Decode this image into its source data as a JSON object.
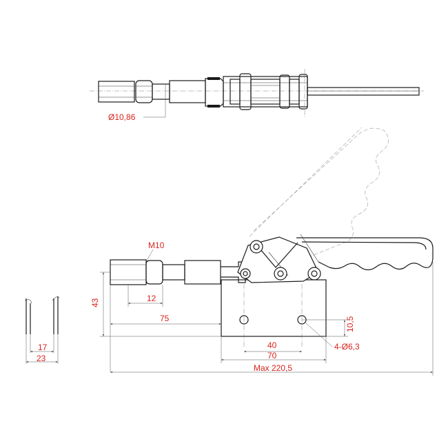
{
  "dimensions": {
    "rod_diameter": "Ø10,86",
    "thread": "M10",
    "height": "43",
    "nut_size": "12",
    "reach": "75",
    "hole_vertical": "10,5",
    "hole_spacing": "40",
    "base_width": "70",
    "holes": "4-Ø6,3",
    "max_length": "Max 220,5",
    "flange_inner": "17",
    "flange_outer": "23"
  },
  "colors": {
    "dimension_text": "#d9231d",
    "line": "#1a1a1a",
    "phantom": "#a8a8a8"
  }
}
